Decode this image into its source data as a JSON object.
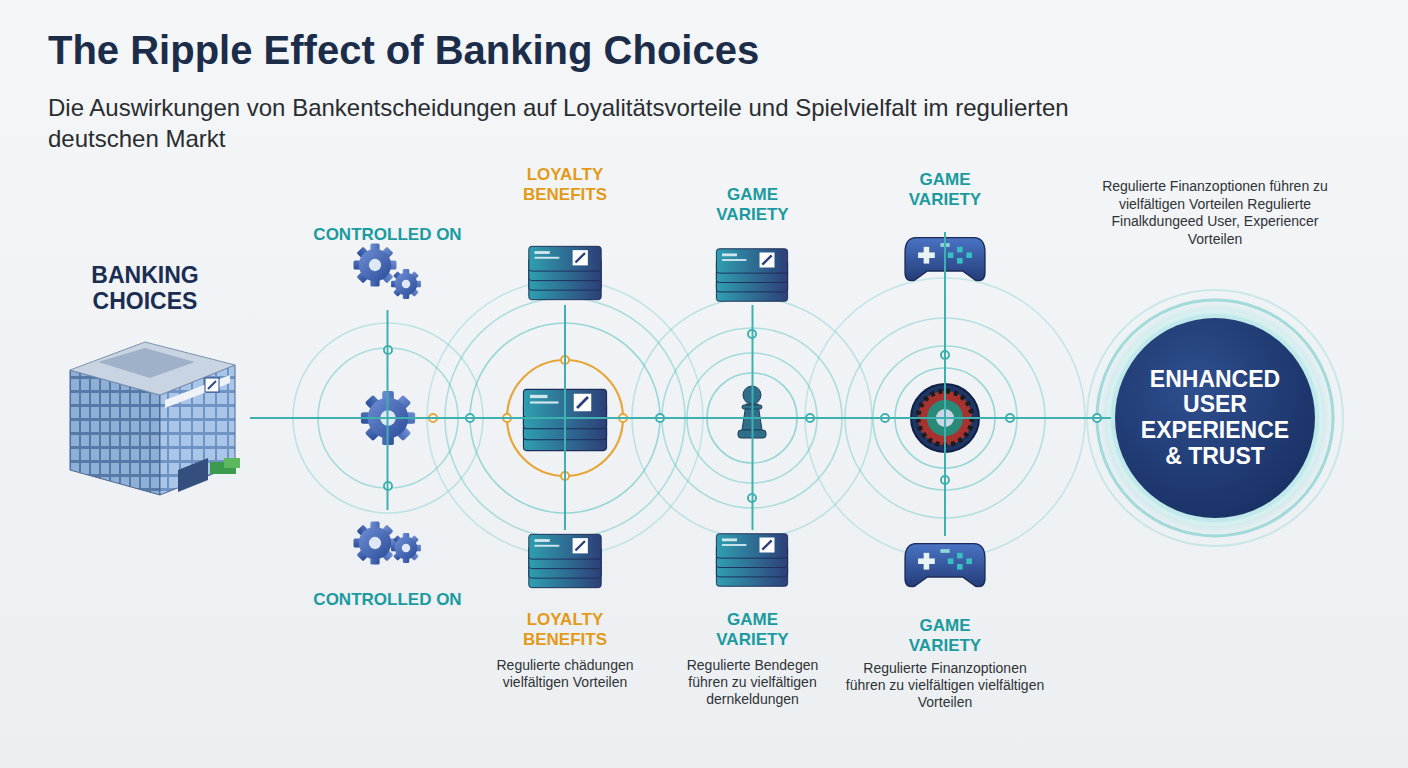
{
  "diagram": {
    "title": "The Ripple Effect of Banking Choices",
    "nodes": [
      {
        "text": [
          "BANKING CHOICES"
        ]
      },
      {
        "text": [
          "CONTROLLED ON"
        ]
      },
      {
        "text": [
          "CONTROLLED ON"
        ]
      },
      {
        "text": [
          "LOYALTY BENEFITS"
        ]
      },
      {
        "text": [
          "LOYALTY BENEFITS",
          "Regulierte chädungen vielfältigen Vorteilen"
        ]
      },
      {
        "text": [
          "GAME VARIETY"
        ]
      },
      {
        "text": [
          "GAME VARIETY",
          "Regulierte Bendegen führen zu vielfältigen dernkeldungen"
        ]
      },
      {
        "text": [
          "GAME VARIETY"
        ]
      },
      {
        "text": [
          "GAME VARIETY",
          "Regulierte Finanzoptionen führen zu vielfältigen vielfältigen Vorteilen"
        ]
      },
      {
        "text": [
          "ENHANCED USER EXPERIENCE & TRUST"
        ]
      }
    ],
    "edges": [
      {
        "from": 0,
        "to": 9,
        "arrow": "none"
      },
      {
        "from": 1,
        "to": 2,
        "arrow": "none"
      },
      {
        "from": 3,
        "to": 4,
        "arrow": "none"
      },
      {
        "from": 5,
        "to": 6,
        "arrow": "none"
      },
      {
        "from": 7,
        "to": 8,
        "arrow": "none"
      }
    ],
    "labels": [
      "Die Auswirkungen von Bankentscheidungen auf Loyalitätsvorteile und Spielvielfalt im regulierten deutschen Markt",
      "Regulierte Finanzoptionen führen zu vielfältigen Vorteilen Regulierte Finalkdungeed User, Experiencer Vorteilen"
    ]
  }
}
